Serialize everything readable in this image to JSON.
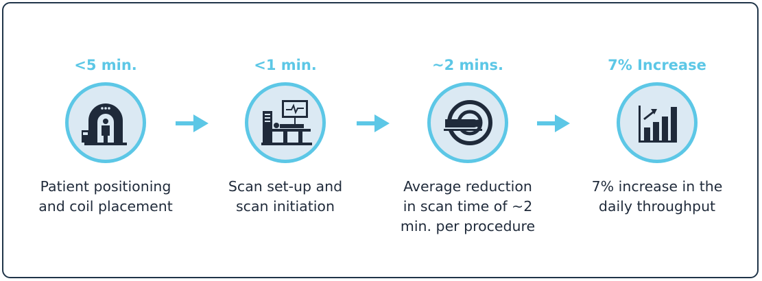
{
  "steps": [
    {
      "metric": "<5 min.",
      "icon": "mri-scanner-patient-icon",
      "desc_lines": [
        "Patient positioning",
        "and coil placement"
      ]
    },
    {
      "metric": "<1 min.",
      "icon": "scanner-console-monitor-icon",
      "desc_lines": [
        "Scan set-up and",
        "scan initiation"
      ]
    },
    {
      "metric": "~2 mins.",
      "icon": "patient-in-bore-icon",
      "desc_lines": [
        "Average reduction",
        "in scan time of ~2",
        "min. per procedure"
      ]
    },
    {
      "metric": "7% Increase",
      "icon": "bar-chart-growth-icon",
      "desc_lines": [
        "7% increase in the",
        "daily throughput"
      ]
    }
  ],
  "colors": {
    "accent": "#5cc7e6",
    "circle_fill": "#dbe9f3",
    "icon_dark": "#1f2a3a",
    "text": "#1f2a3a",
    "border": "#1f3448"
  }
}
